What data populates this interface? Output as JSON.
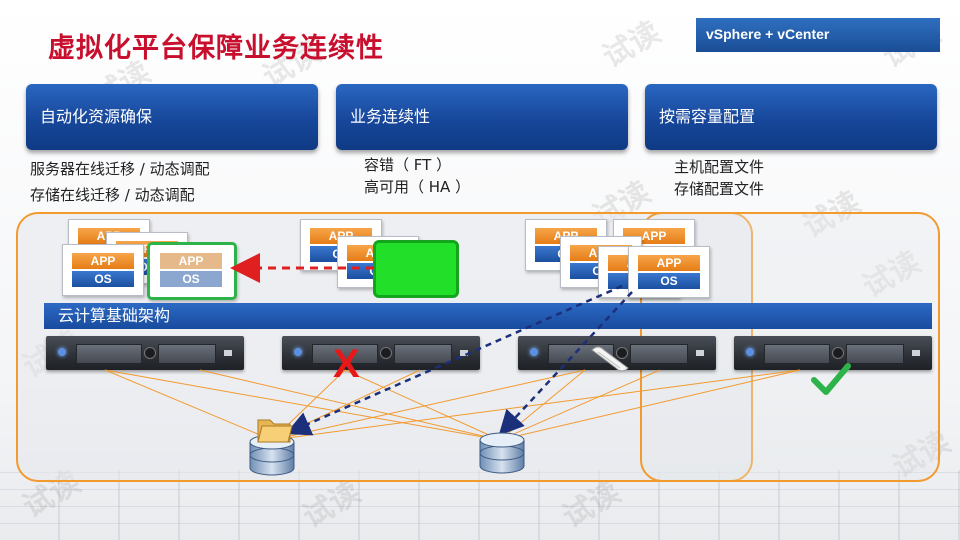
{
  "slide": {
    "title": "虚拟化平台保障业务连续性",
    "product_tag": "vSphere + vCenter",
    "cloud_label": "云计算基础架构",
    "watermark": "试读"
  },
  "columns": [
    {
      "header": "自动化资源确保",
      "lines": [
        "服务器在线迁移 / 动态调配",
        "存储在线迁移 / 动态调配"
      ]
    },
    {
      "header": "业务连续性",
      "lines": [
        "容错（ FT ）",
        "高可用（ HA ）"
      ]
    },
    {
      "header": "按需容量配置",
      "lines": [
        "主机配置文件",
        "存储配置文件"
      ]
    }
  ],
  "vm": {
    "app_label": "APP",
    "os_label": "OS"
  },
  "status": {
    "fail_mark": "X"
  },
  "colors": {
    "title": "#c8102e",
    "header_blue": "#17479a",
    "region_border": "#f29a2e",
    "migrate_arrow": "#e02020",
    "storage_arrow": "#1b2f7a",
    "check": "#2db34a"
  }
}
